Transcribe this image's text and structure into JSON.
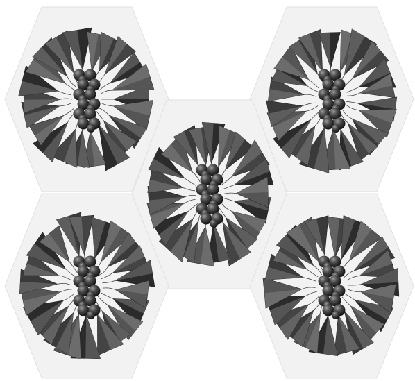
{
  "figure": {
    "kind": "molecular self-assembly illustration (no printed text)",
    "colors": {
      "background": "#ffffff",
      "hexagon_fill": "#f2f2f2",
      "hexagon_edge": "#e0e0e0",
      "wedge_dark": "#2b2b2b",
      "wedge_mid": "#555555",
      "wedge_light": "#8a8a8a",
      "sphere_dark": "#141414",
      "sphere_mid": "#4a4a4a",
      "sphere_highlight": "#9a9a9a",
      "linker": "#444444"
    },
    "assemblies": [
      {
        "id": "top-left",
        "wedge_count": 22,
        "core_rows": 6,
        "core_columns": 2
      },
      {
        "id": "top-right",
        "wedge_count": 22,
        "core_rows": 6,
        "core_columns": 2
      },
      {
        "id": "center",
        "wedge_count": 22,
        "core_rows": 6,
        "core_columns": 2
      },
      {
        "id": "bottom-left",
        "wedge_count": 22,
        "core_rows": 6,
        "core_columns": 2
      },
      {
        "id": "bottom-right",
        "wedge_count": 22,
        "core_rows": 6,
        "core_columns": 2
      }
    ]
  }
}
